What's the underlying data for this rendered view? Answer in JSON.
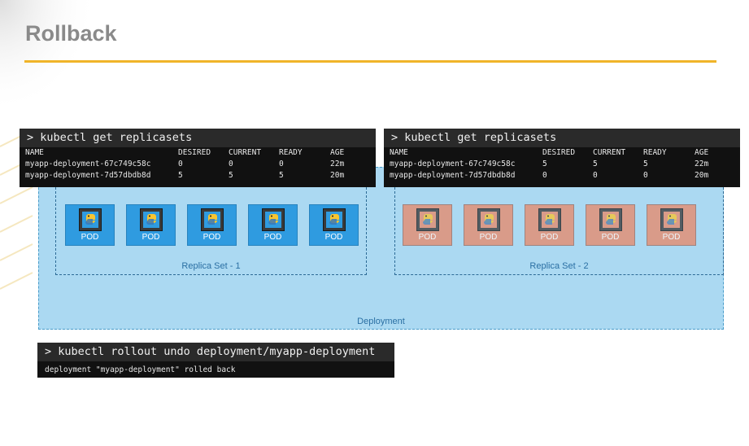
{
  "title": "Rollback",
  "colors": {
    "accent": "#f0b429",
    "deployment_bg": "#abd9f2",
    "pod_blue": "#2f9be0",
    "pod_salmon": "#e68a6c"
  },
  "terminal_left": {
    "command": "> kubectl get replicasets",
    "headers": [
      "NAME",
      "DESIRED",
      "CURRENT",
      "READY",
      "AGE"
    ],
    "rows": [
      [
        "myapp-deployment-67c749c58c",
        "0",
        "0",
        "0",
        "22m"
      ],
      [
        "myapp-deployment-7d57dbdb8d",
        "5",
        "5",
        "5",
        "20m"
      ]
    ]
  },
  "terminal_right": {
    "command": "> kubectl get replicasets",
    "headers": [
      "NAME",
      "DESIRED",
      "CURRENT",
      "READY",
      "AGE"
    ],
    "rows": [
      [
        "myapp-deployment-67c749c58c",
        "5",
        "5",
        "5",
        "22m"
      ],
      [
        "myapp-deployment-7d57dbdb8d",
        "0",
        "0",
        "0",
        "20m"
      ]
    ]
  },
  "terminal_bottom": {
    "command": "> kubectl rollout undo deployment/myapp-deployment",
    "output": "deployment \"myapp-deployment\" rolled back"
  },
  "replica_set_1": {
    "label": "Replica Set - 1",
    "pod_label": "POD",
    "pod_icon": "python-container-icon",
    "pods": 5
  },
  "replica_set_2": {
    "label": "Replica Set - 2",
    "pod_label": "POD",
    "pod_icon": "python-container-icon",
    "pods": 5
  },
  "deployment_label": "Deployment"
}
